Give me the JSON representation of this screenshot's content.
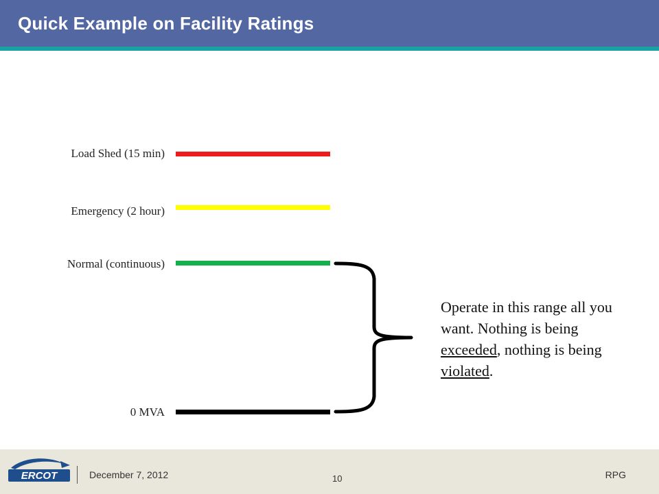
{
  "slide": {
    "title": "Quick Example on Facility Ratings"
  },
  "levels": [
    {
      "label": "Load Shed (15 min)",
      "color": "#ee1c1c"
    },
    {
      "label": "Emergency (2 hour)",
      "color": "#ffff00"
    },
    {
      "label": "Normal (continuous)",
      "color": "#14b04a"
    },
    {
      "label": "0 MVA",
      "color": "#000000"
    }
  ],
  "note": {
    "part1": "Operate in this range all you want.  Nothing is being ",
    "exceeded": "exceeded",
    "part2": ", nothing is being ",
    "violated": "violated",
    "part3": "."
  },
  "footer": {
    "logo_text": "ERCOT",
    "date": "December 7, 2012",
    "page_number": "10",
    "right_text": "RPG"
  },
  "colors": {
    "header": "#5368a3",
    "header_stripe": "#1aa3a3",
    "footer": "#e9e6dc"
  }
}
